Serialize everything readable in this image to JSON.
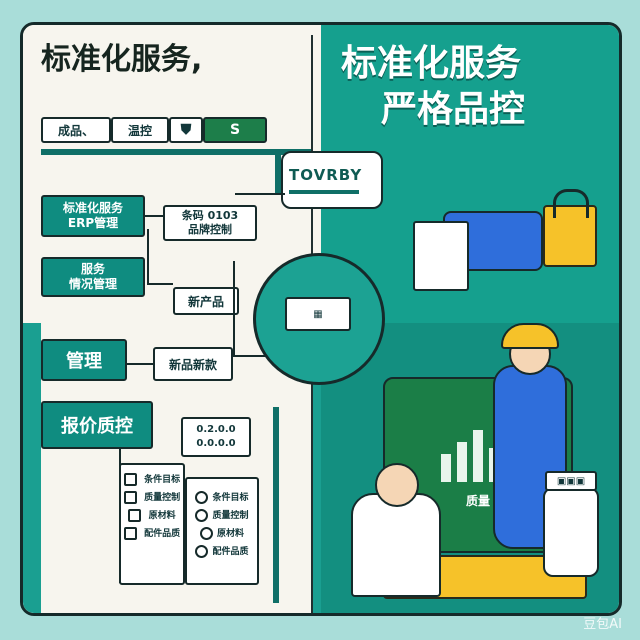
{
  "left_heading": "标准化服务,",
  "right_heading": {
    "line1": "标准化服务",
    "line2": "严格品控"
  },
  "left_tags": [
    "成品、",
    "温控",
    "",
    "S"
  ],
  "green_card_label": "TOVRBY",
  "left_nodes": [
    "标准化服务",
    "ERP管理",
    "服务",
    "情况管理",
    "管理",
    "报价质控"
  ],
  "right_nodes": [
    "条码 0103",
    "品牌控制",
    "新产品",
    "新品新款"
  ],
  "small_list_left": [
    "0.2.0.0",
    "0.0.0.0"
  ],
  "checklist": [
    "条件目标",
    "质量控制",
    "原材料",
    "配件品质"
  ],
  "monitor_label": "质量",
  "watermark": "豆包AI",
  "colors": {
    "teal": "#15a08e",
    "dark_teal": "#138f80",
    "yellow": "#f6c229",
    "worker_blue": "#2f6edb"
  }
}
